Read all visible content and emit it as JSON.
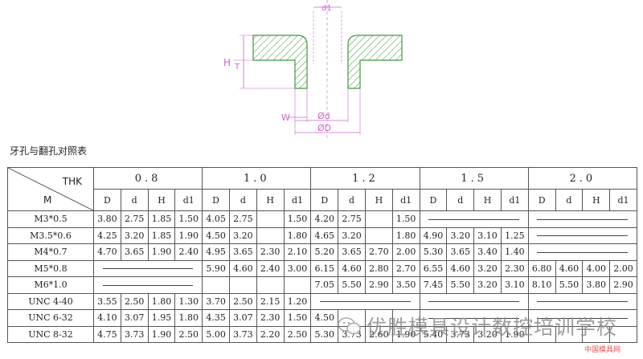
{
  "diagram": {
    "labels": {
      "d1": "d1",
      "h": "H",
      "t": "T",
      "w": "W",
      "phi_d": "Ød",
      "phi_D": "ØD"
    }
  },
  "caption": "牙孔与翻孔对照表",
  "table": {
    "corner": {
      "thk": "THK",
      "m": "M"
    },
    "thicknesses": [
      "0.8",
      "1.0",
      "1.2",
      "1.5",
      "2.0"
    ],
    "subcolumns": [
      "D",
      "d",
      "H",
      "d1"
    ],
    "rows": [
      {
        "label": "M3*0.5",
        "cells": [
          "3.80",
          "2.75",
          "1.85",
          "1.50",
          "4.05",
          "2.75",
          "",
          "1.50",
          "4.20",
          "2.75",
          "",
          "1.50",
          "—",
          "",
          "",
          "",
          "—",
          "",
          "",
          ""
        ]
      },
      {
        "label": "M3.5*0.6",
        "cells": [
          "4.25",
          "3.20",
          "1.85",
          "1.90",
          "4.50",
          "3.20",
          "",
          "1.80",
          "4.65",
          "3.20",
          "",
          "1.80",
          "4.90",
          "3.20",
          "3.10",
          "1.25",
          "—",
          "",
          "",
          ""
        ]
      },
      {
        "label": "M4*0.7",
        "cells": [
          "4.70",
          "3.65",
          "1.90",
          "2.40",
          "4.95",
          "3.65",
          "2.30",
          "2.10",
          "5.20",
          "3.65",
          "2.70",
          "2.00",
          "5.30",
          "3.65",
          "3.40",
          "1.40",
          "—",
          "",
          "",
          ""
        ]
      },
      {
        "label": "M5*0.8",
        "cells": [
          "—",
          "",
          "",
          "",
          "5.90",
          "4.60",
          "2.40",
          "3.00",
          "6.15",
          "4.60",
          "2.80",
          "2.70",
          "6.55",
          "4.60",
          "3.20",
          "2.30",
          "6.80",
          "4.60",
          "4.00",
          "2.00"
        ]
      },
      {
        "label": "M6*1.0",
        "cells": [
          "—",
          "",
          "",
          "",
          "",
          "",
          "",
          "",
          "7.05",
          "5.50",
          "2.90",
          "3.50",
          "7.45",
          "5.50",
          "3.20",
          "3.10",
          "8.10",
          "5.50",
          "3.80",
          "2.90"
        ]
      },
      {
        "label": "UNC 4-40",
        "cells": [
          "3.55",
          "2.50",
          "1.80",
          "1.30",
          "3.70",
          "2.50",
          "2.15",
          "1.20",
          "—",
          "",
          "",
          "",
          "—",
          "",
          "",
          "",
          "—",
          "",
          "",
          ""
        ]
      },
      {
        "label": "UNC 6-32",
        "cells": [
          "4.10",
          "3.07",
          "1.95",
          "1.80",
          "4.35",
          "3.07",
          "2.30",
          "1.50",
          "4.50",
          "",
          "",
          "",
          "—",
          "",
          "",
          "",
          "—",
          "",
          "",
          ""
        ]
      },
      {
        "label": "UNC 8-32",
        "cells": [
          "4.75",
          "3.73",
          "1.90",
          "2.50",
          "5.00",
          "3.73",
          "2.20",
          "2.50",
          "5.30",
          "3.73",
          "2.60",
          "1.90",
          "5.40",
          "3.73",
          "3.20",
          "1.90",
          "",
          "",
          "",
          ""
        ]
      }
    ]
  },
  "watermark": {
    "text": "优胜模具设计数控培训学校",
    "sub": "中国模具网"
  }
}
